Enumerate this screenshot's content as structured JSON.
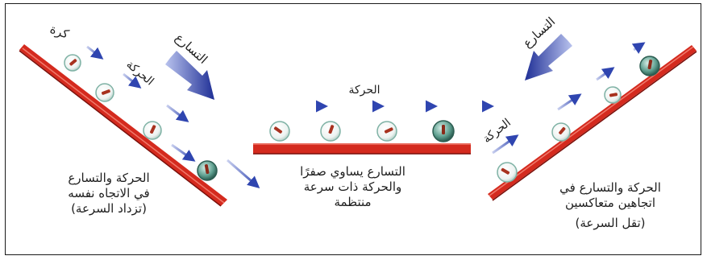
{
  "labels": {
    "left_ball": "كرة",
    "left_motion": "الحركة",
    "left_accel": "التسارع",
    "center_motion": "الحركة",
    "right_accel": "التسارع",
    "right_motion": "الحركة"
  },
  "captions": {
    "left": [
      "الحركة والتسارع",
      "في الاتجاه نفسه",
      "(تزداد السرعة)"
    ],
    "center": [
      "التسارع يساوي صفرًا",
      "والحركة ذات سرعة",
      "منتظمة"
    ],
    "right": [
      "الحركة والتسارع في",
      "اتجاهين متعاكسين",
      "(تقل السرعة)"
    ]
  },
  "colors": {
    "track_red": "#d42a1e",
    "track_dark": "#7a0f0a",
    "motion_arrow": "#3a4fb0",
    "accel_arrow": "#2b3a99",
    "ball_edge": "#6fa89a"
  }
}
